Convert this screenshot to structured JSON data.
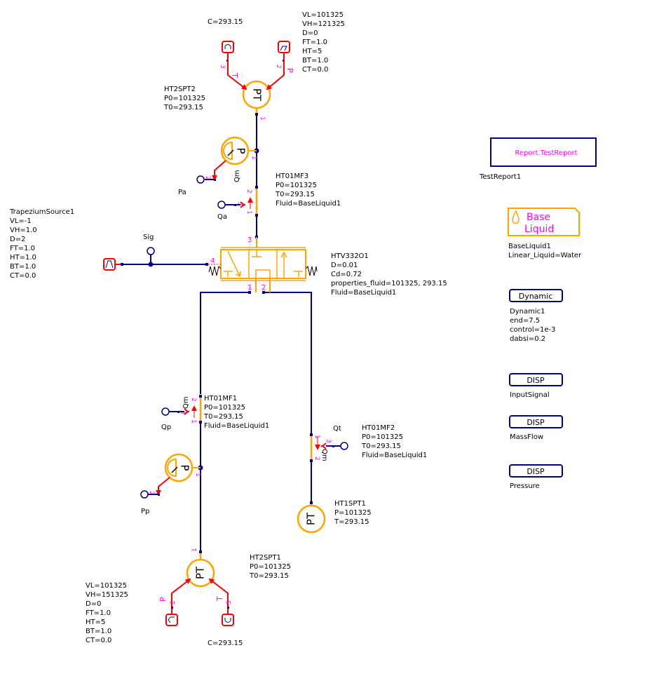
{
  "colors": {
    "pipe": "#000080",
    "component": "#FFA500",
    "signal": "#FF0000",
    "port_number": "#FF00FF",
    "text": "#000000"
  },
  "components": {
    "pt_top": {
      "symbol": "PT",
      "name_lines": [
        "HT2SPT2",
        "P0=101325",
        "T0=293.15"
      ],
      "port_labels": {
        "out": "1",
        "p": "2",
        "t": "3"
      },
      "signal_labels": {
        "p": "P",
        "t": "T"
      }
    },
    "const_top": {
      "symbol": "C",
      "params": [
        "C=293.15"
      ]
    },
    "ramp_top": {
      "symbol": "ramp",
      "params": [
        "VL=101325",
        "VH=121325",
        "D=0",
        "FT=1.0",
        "HT=5",
        "BT=1.0",
        "CT=0.0"
      ]
    },
    "psensor_top": {
      "symbol": "P",
      "port_labels": {
        "pipe": "1",
        "out": "2"
      },
      "display": "Pa"
    },
    "flow_top": {
      "signal_label": "Qm",
      "name_lines": [
        "HT01MF3",
        "P0=101325",
        "T0=293.15",
        "Fluid=BaseLiquid1"
      ],
      "port_labels": {
        "a": "1",
        "b": "2",
        "sig": "3"
      },
      "display": "Qa"
    },
    "trapezium": {
      "name_lines": [
        "TrapeziumSource1",
        "VL=-1",
        "VH=1.0",
        "D=2",
        "FT=1.0",
        "HT=1.0",
        "BT=1.0",
        "CT=0.0"
      ],
      "display": "Sig"
    },
    "valve": {
      "name_lines": [
        "HTV332O1",
        "D=0.01",
        "Cd=0.72",
        "properties_fluid=101325, 293.15",
        "Fluid=BaseLiquid1"
      ],
      "port_labels": {
        "p1": "1",
        "p2": "2",
        "p3": "3",
        "p4": "4"
      }
    },
    "flow_left": {
      "signal_label": "Qm",
      "name_lines": [
        "HT01MF1",
        "P0=101325",
        "T0=293.15",
        "Fluid=BaseLiquid1"
      ],
      "port_labels": {
        "a": "1",
        "b": "2",
        "sig": "3"
      },
      "display": "Qp"
    },
    "psensor_bottom": {
      "symbol": "P",
      "port_labels": {
        "pipe": "1",
        "out": "2"
      },
      "display": "Pp"
    },
    "pt_bottom": {
      "symbol": "PT",
      "name_lines": [
        "HT2SPT1",
        "P0=101325",
        "T0=293.15"
      ],
      "port_labels": {
        "out": "1",
        "p": "2",
        "t": "3"
      },
      "signal_labels": {
        "p": "P",
        "t": "T"
      }
    },
    "const_bottom": {
      "symbol": "C",
      "params": [
        "C=293.15"
      ]
    },
    "ramp_bottom": {
      "symbol": "ramp",
      "params": [
        "VL=101325",
        "VH=151325",
        "D=0",
        "FT=1.0",
        "HT=5",
        "BT=1.0",
        "CT=0.0"
      ]
    },
    "flow_right": {
      "signal_label": "Qm",
      "name_lines": [
        "HT01MF2",
        "P0=101325",
        "T0=293.15",
        "Fluid=BaseLiquid1"
      ],
      "port_labels": {
        "a": "1",
        "b": "2",
        "sig": "3"
      },
      "display": "Qt"
    },
    "pt_right": {
      "symbol": "PT",
      "name_lines": [
        "HT1SPT1",
        "P=101325",
        "T=293.15"
      ]
    }
  },
  "right_panel": {
    "report": {
      "title": "Report.TestReport",
      "name": "TestReport1"
    },
    "base_liquid": {
      "line1": "Base",
      "line2": "Liquid",
      "name_lines": [
        "BaseLiquid1",
        "Linear_Liquid=Water"
      ]
    },
    "dynamic": {
      "label": "Dynamic",
      "name_lines": [
        "Dynamic1",
        "end=7.5",
        "control=1e-3",
        "dabsi=0.2"
      ]
    },
    "displays": [
      {
        "label": "DISP",
        "name": "InputSignal"
      },
      {
        "label": "DISP",
        "name": "MassFlow"
      },
      {
        "label": "DISP",
        "name": "Pressure"
      }
    ]
  }
}
